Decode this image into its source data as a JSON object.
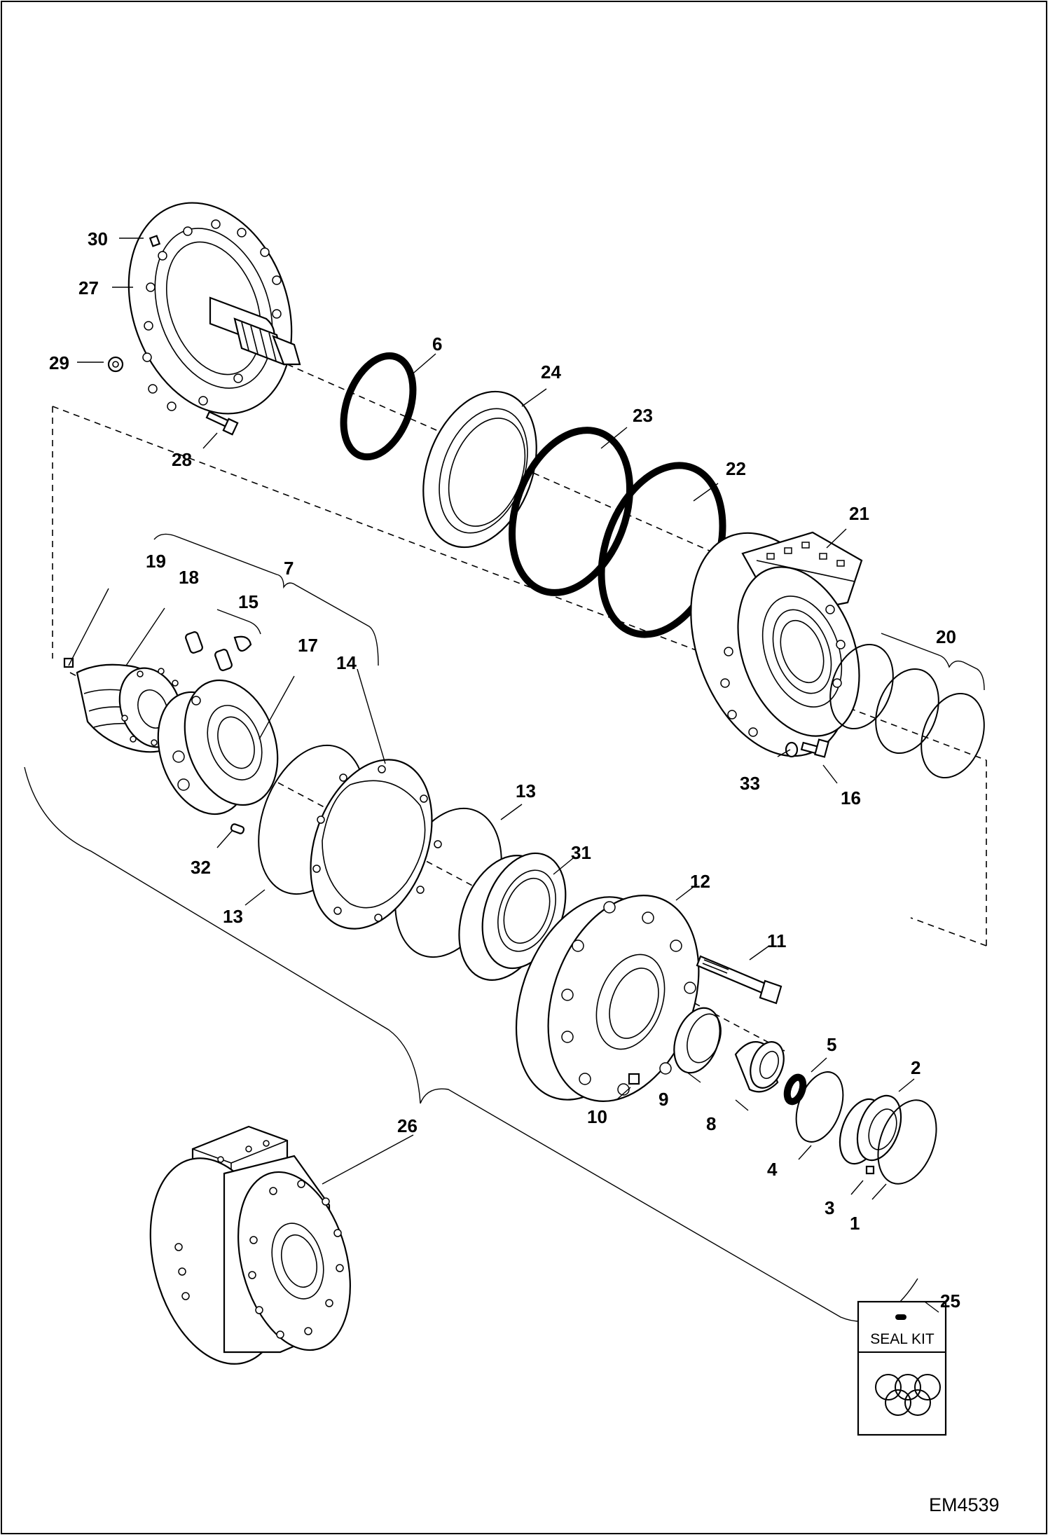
{
  "drawing_code": "EM4539",
  "seal_kit_label": "SEAL KIT",
  "callouts": [
    {
      "id": "1",
      "label": "1"
    },
    {
      "id": "2",
      "label": "2"
    },
    {
      "id": "3",
      "label": "3"
    },
    {
      "id": "4",
      "label": "4"
    },
    {
      "id": "5",
      "label": "5"
    },
    {
      "id": "6",
      "label": "6"
    },
    {
      "id": "7",
      "label": "7"
    },
    {
      "id": "8",
      "label": "8"
    },
    {
      "id": "9",
      "label": "9"
    },
    {
      "id": "10",
      "label": "10"
    },
    {
      "id": "11",
      "label": "11"
    },
    {
      "id": "12",
      "label": "12"
    },
    {
      "id": "13a",
      "label": "13"
    },
    {
      "id": "13b",
      "label": "13"
    },
    {
      "id": "14",
      "label": "14"
    },
    {
      "id": "15",
      "label": "15"
    },
    {
      "id": "16",
      "label": "16"
    },
    {
      "id": "17",
      "label": "17"
    },
    {
      "id": "18",
      "label": "18"
    },
    {
      "id": "19",
      "label": "19"
    },
    {
      "id": "20",
      "label": "20"
    },
    {
      "id": "21",
      "label": "21"
    },
    {
      "id": "22",
      "label": "22"
    },
    {
      "id": "23",
      "label": "23"
    },
    {
      "id": "24",
      "label": "24"
    },
    {
      "id": "25",
      "label": "25"
    },
    {
      "id": "26",
      "label": "26"
    },
    {
      "id": "27",
      "label": "27"
    },
    {
      "id": "28",
      "label": "28"
    },
    {
      "id": "29",
      "label": "29"
    },
    {
      "id": "30",
      "label": "30"
    },
    {
      "id": "31",
      "label": "31"
    },
    {
      "id": "32",
      "label": "32"
    },
    {
      "id": "33",
      "label": "33"
    }
  ]
}
